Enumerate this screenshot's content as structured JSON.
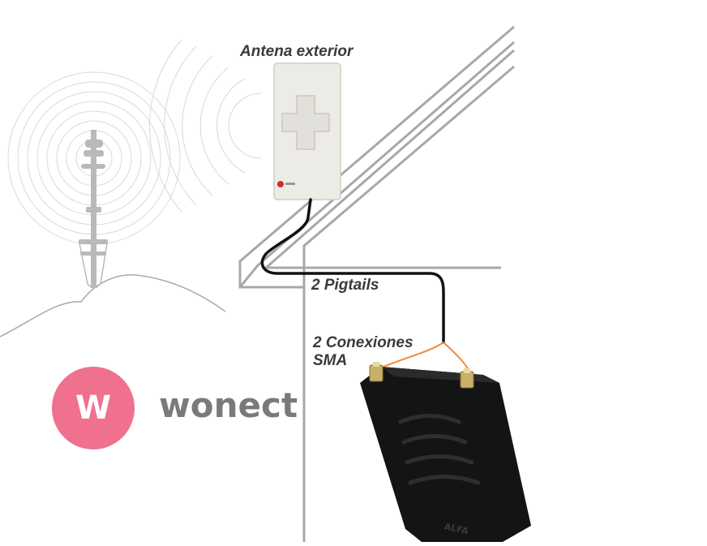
{
  "labels": {
    "antenna": "Antena exterior",
    "pigtails": "2 Pigtails",
    "sma_line1": "2 Conexiones",
    "sma_line2": "SMA"
  },
  "logo": {
    "letter": "W",
    "brand": "wonect",
    "circle_color": "#f0718e"
  },
  "adapter_brand": "ALFA",
  "colors": {
    "cable": "#111111",
    "connector_wires": "#f08a3a",
    "lines": "#a8a8a8",
    "antenna_panel": "#ecebe6",
    "device_body": "#141414"
  },
  "icons": [
    "cell-tower-icon",
    "antenna-panel-icon",
    "usb-adapter-icon"
  ]
}
